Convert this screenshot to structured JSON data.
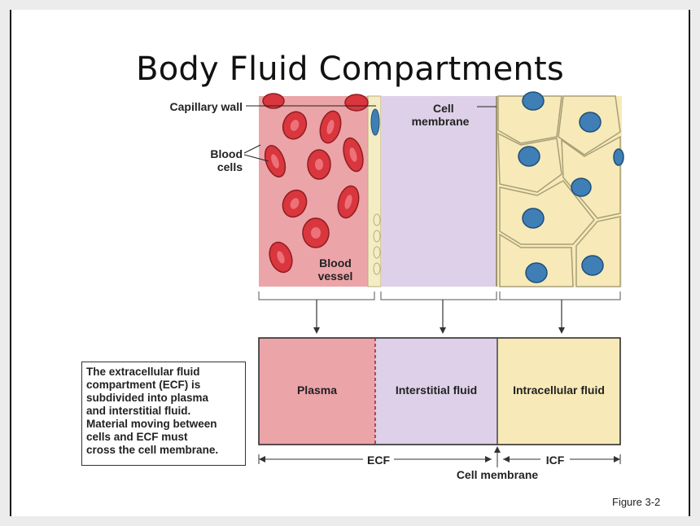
{
  "title": "Body Fluid Compartments",
  "labels": {
    "capillary_wall": "Capillary wall",
    "blood_cells_line1": "Blood",
    "blood_cells_line2": "cells",
    "cell_membrane_top_line1": "Cell",
    "cell_membrane_top_line2": "membrane",
    "blood_vessel_line1": "Blood",
    "blood_vessel_line2": "vessel"
  },
  "compartments": {
    "plasma": "Plasma",
    "interstitial": "Interstitial fluid",
    "intracellular": "Intracellular fluid"
  },
  "brackets": {
    "ecf": "ECF",
    "icf": "ICF",
    "cell_membrane": "Cell membrane"
  },
  "note": {
    "line1": "The extracellular fluid",
    "line2_pre": "compartment (",
    "line2_bold": "ECF",
    "line2_post": ") is",
    "line3": "subdivided into plasma",
    "line4": "and interstitial fluid.",
    "line5": "Material moving between",
    "line6": "cells and ECF must",
    "line7": "cross the cell membrane."
  },
  "figure_number": "Figure 3-2",
  "colors": {
    "plasma": "#eba4a8",
    "interstitial": "#ddd0e8",
    "intracellular": "#f7eab8",
    "red_cell": "#d9363e",
    "nucleus": "#3f7fb6"
  }
}
